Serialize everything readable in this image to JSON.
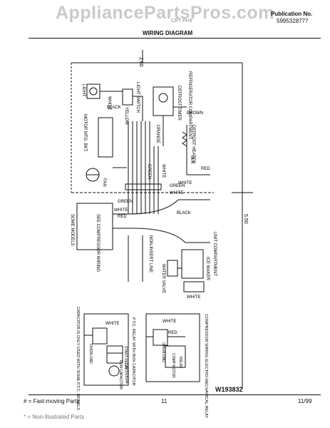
{
  "header": {
    "watermark": "AppliancePartsPros.com",
    "publication_label": "Publication No.",
    "publication_number": "5995328777",
    "model_line": "CRT PH9",
    "title": "WIRING DIAGRAM"
  },
  "labels": {
    "dim_top": "2.60",
    "dim_side": "5.50",
    "refrig_comp": "REFRIGERATOR COMPARTMENT",
    "unit_comp": "UNIT COMPARTMENT",
    "light_switch": "LIGHT SWITCH",
    "light": "LIGHT",
    "defrost_timer": "DEFROST TIMER",
    "defrost_heater": "DEFROST HEATER",
    "motor_mtg": "MOTOR MTG. BKT.",
    "freezer_fan": "FAN",
    "compressor_wiring": "SEE COMPRESSOR WIRING",
    "some_models": "SOME MODELS",
    "ice_maker": "ICE MAKER",
    "water_valve": "WATER VALVE",
    "non_insert": "NON-INSERT LINE",
    "ptc_title": "P.T.C. RELAY WITH RUN CAPACITOR",
    "cap_note": "CAPACITOR IS ONLY USED WITH SOME P.T.C. MODELS",
    "electromech_title": "COMPRESSOR WIRING ELECTRO-MECHANICAL RELAY",
    "overload": "OVERLOAD",
    "relay": "RELAY",
    "start_relay": "START RELAY",
    "run_capacitor": "RUN CAPACITOR",
    "part_code": "5303918344",
    "comp_motor": "COMP MOTOR"
  },
  "wires": {
    "white": "WHITE",
    "black": "BLACK",
    "yellow": "YELLOW",
    "brown": "BROWN",
    "orange": "ORANGE",
    "green": "GREEN",
    "red": "RED",
    "blk": "BLK"
  },
  "footer": {
    "doc_id": "W193832",
    "legend_fast": "# = Fast-moving Parts",
    "legend_non": "* = Non-Illustrated Parts",
    "page_number": "11",
    "date": "11/99"
  }
}
